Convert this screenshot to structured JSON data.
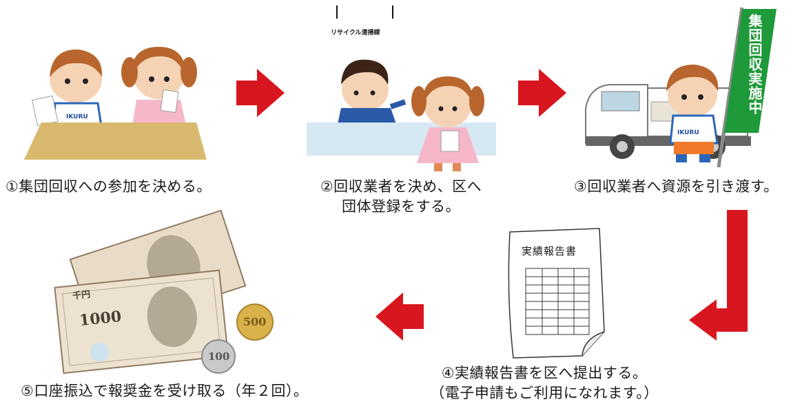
{
  "steps": [
    {
      "label": "①集団回収への参加を決める。"
    },
    {
      "label_line1": "②回収業者を決め、区へ",
      "label_line2": "団体登録をする。",
      "sign": "リサイクル清掃課"
    },
    {
      "label": "③回収業者へ資源を引き渡す。",
      "flag": "集団回収実施中"
    },
    {
      "label_line1": "④実績報告書を区へ提出する。",
      "label_line2": "（電子申請もご利用になれます。）",
      "doc_title": "実績報告書"
    },
    {
      "label": "⑤口座振込で報奨金を受け取る（年２回）。"
    }
  ],
  "shirt_text": "IKURU",
  "money": {
    "bill": "1000",
    "bill_kanji": "千円",
    "coin_large": "500",
    "coin_small": "100"
  },
  "colors": {
    "arrow": "#d8161f",
    "flag": "#1f9a3a",
    "counter": "#d6e8f2",
    "table": "#d8b96e"
  }
}
